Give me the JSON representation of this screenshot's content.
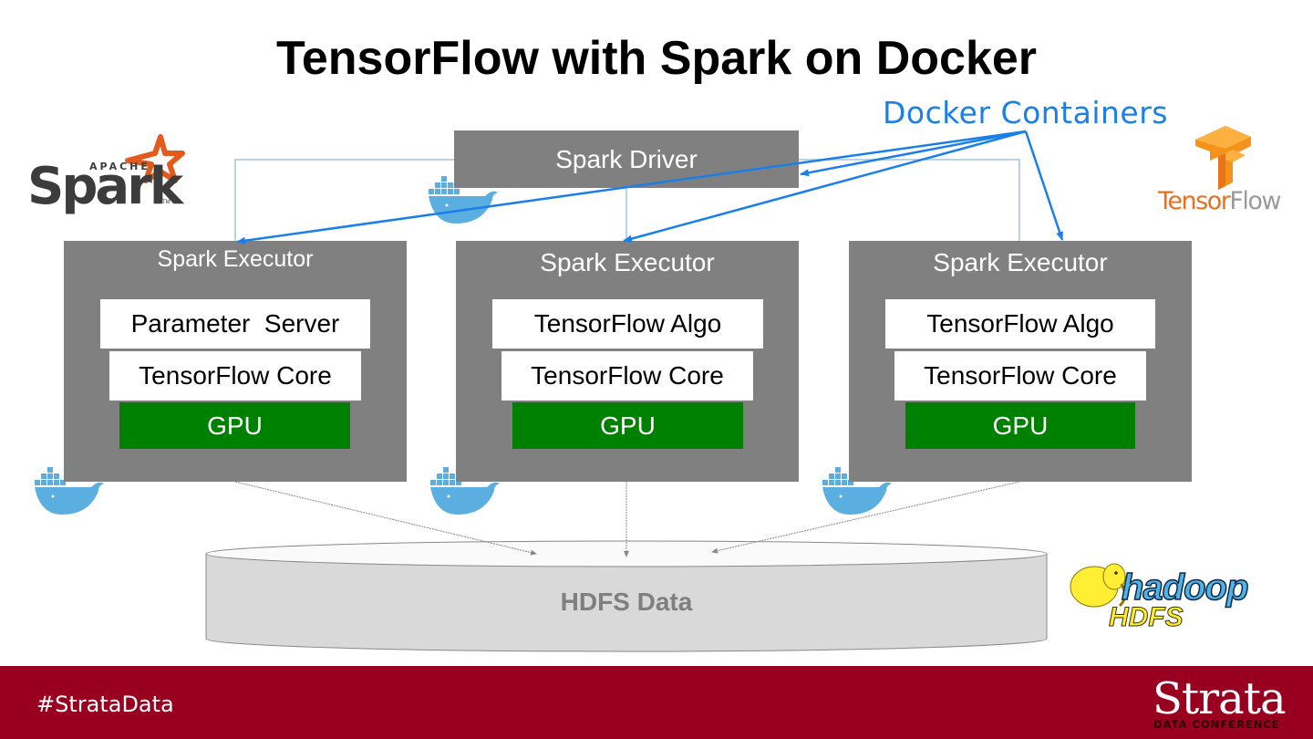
{
  "title": "TensorFlow with Spark on Docker",
  "annotation": {
    "label": "Docker Containers",
    "color": "#1a7fe8"
  },
  "driver": {
    "label": "Spark Driver"
  },
  "executors": [
    {
      "title": "Spark Executor",
      "top_box": "Parameter  Server",
      "middle_box": "TensorFlow Core",
      "bottom_box": "GPU"
    },
    {
      "title": "Spark Executor",
      "top_box": "TensorFlow Algo",
      "middle_box": "TensorFlow Core",
      "bottom_box": "GPU"
    },
    {
      "title": "Spark Executor",
      "top_box": "TensorFlow Algo",
      "middle_box": "TensorFlow Core",
      "bottom_box": "GPU"
    }
  ],
  "storage": {
    "label": "HDFS Data"
  },
  "logos": {
    "spark": {
      "small": "APACHE",
      "main": "Spark",
      "tm": "TM"
    },
    "tensorflow": {
      "word_a": "Tensor",
      "word_b": "Flow"
    },
    "hadoop": {
      "main": "hadoop",
      "sub": "HDFS"
    }
  },
  "footer": {
    "hashtag": "#StrataData",
    "brand": "Strata",
    "brand_sub": "DATA CONFERENCE"
  },
  "colors": {
    "box_gray": "#808080",
    "gpu_green": "#008000",
    "footer_red": "#990020",
    "docker_blue": "#5aaee0",
    "spark_orange": "#e25a1c",
    "tf_orange": "#f5921b"
  }
}
